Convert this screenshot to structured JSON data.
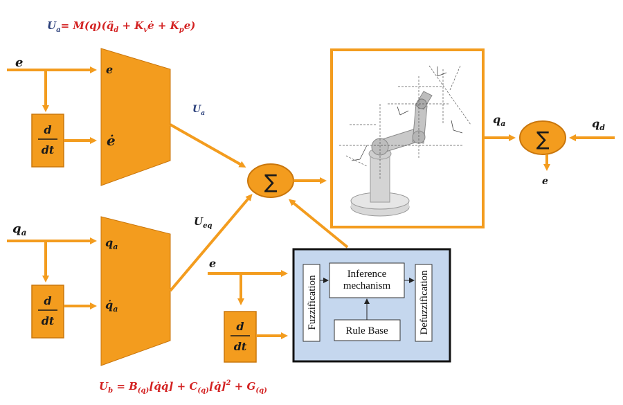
{
  "equations": {
    "ua_lhs": "U",
    "ua_lhs_sub": "a",
    "ua_rhs": "= M(q)(q̈",
    "ua_rhs_sub_d": "d",
    "ua_rhs_2": " + K",
    "ua_rhs_sub_v": "v",
    "ua_rhs_3": "ė + K",
    "ua_rhs_sub_p": "p",
    "ua_rhs_4": "e)",
    "ub_lhs": "U",
    "ub_lhs_sub": "b",
    "ub_rhs": " = B",
    "ub_sub1": "(q)",
    "ub_rhs_2": "[q̇q̇] + C",
    "ub_sub2": "(q)",
    "ub_rhs_3": "[q̇]",
    "ub_sup": "2",
    "ub_rhs_4": " + G",
    "ub_sub3": "(q)"
  },
  "inputs": {
    "e_top": "e",
    "qa_left": "q",
    "qa_left_sub": "a",
    "e_fuzzy": "e",
    "qa_out": "q",
    "qa_out_sub": "a",
    "qd": "q",
    "qd_sub": "d",
    "e_out": "e"
  },
  "blocks": {
    "ddt_num": "d",
    "ddt_den": "dt",
    "top_in_e": "e",
    "top_in_edot": "ė",
    "bot_in_qa": "q",
    "bot_in_qa_sub": "a",
    "bot_in_qadot": "q̇",
    "bot_in_qadot_sub": "a"
  },
  "signals": {
    "ua": "U",
    "ua_sub": "a",
    "ueq": "U",
    "ueq_sub": "eq"
  },
  "summation_symbol": "∑",
  "fuzzy": {
    "fuzzification": "Fuzzification",
    "inference_line1": "Inference",
    "inference_line2": "mechanism",
    "rule_base": "Rule Base",
    "defuzzification": "Defuzzification"
  },
  "colors": {
    "orange": "#f39c1e",
    "orange_dark": "#c9760c",
    "fuzzy_bg": "#c5d7ee",
    "red": "#d32222",
    "blue": "#2a3f7a"
  }
}
